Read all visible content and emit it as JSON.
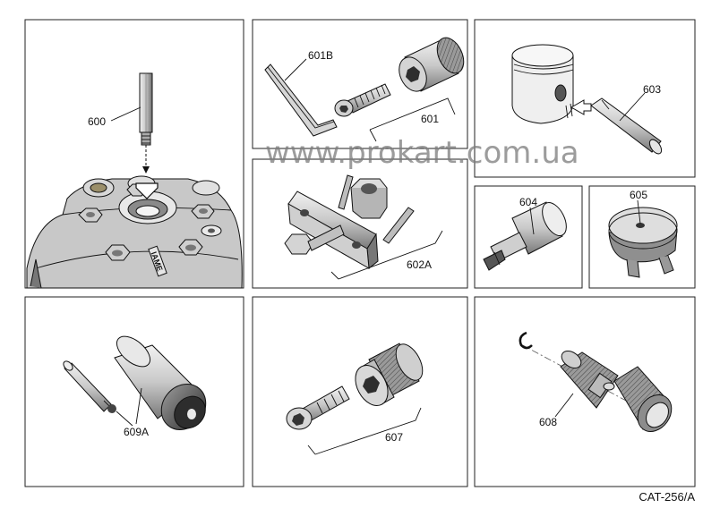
{
  "labels": {
    "p600": "600",
    "p601B": "601B",
    "p601": "601",
    "p602A": "602A",
    "p603": "603",
    "p604": "604",
    "p605": "605",
    "p609A": "609A",
    "p607": "607",
    "p608": "608"
  },
  "head_brand": "IAME",
  "watermark": "www.prokart.com.ua",
  "catalog_code": "CAT-256/A",
  "colors": {
    "frame": "#222222",
    "metal_light": "#dcdcdc",
    "metal_mid": "#a9a9a9",
    "metal_dark": "#5c5c5c",
    "watermark": "#7b7b7b"
  }
}
